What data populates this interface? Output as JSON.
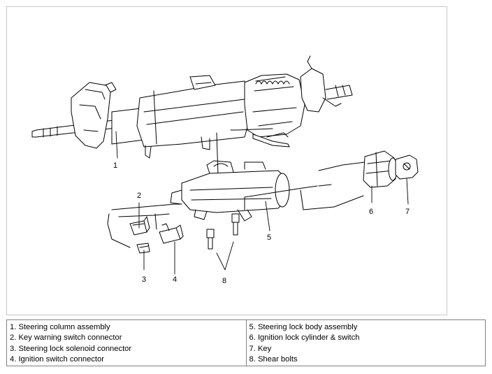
{
  "callouts": {
    "c1": "1",
    "c2": "2",
    "c3": "3",
    "c4": "4",
    "c5": "5",
    "c6": "6",
    "c7": "7",
    "c8": "8"
  },
  "legend": {
    "left": [
      "1. Steering column assembly",
      "2. Key warning switch connector",
      "3. Steering lock solenoid connector",
      "4. Ignition switch connector"
    ],
    "right": [
      "5. Steering lock body assembly",
      "6. Ignition lock cylinder & switch",
      "7. Key",
      "8. Shear bolts"
    ]
  },
  "colors": {
    "line": "#000000",
    "frame": "#c8c8c8",
    "table_border": "#808080"
  }
}
